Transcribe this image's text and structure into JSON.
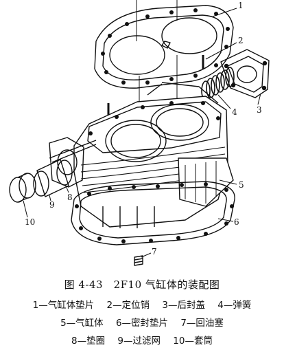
{
  "figure": {
    "caption": "图 4-43　2F10 气缸体的装配图",
    "callouts": [
      "1",
      "2",
      "3",
      "4",
      "5",
      "6",
      "7",
      "8",
      "9",
      "10"
    ]
  },
  "legend": {
    "line1": [
      "1—气缸体垫片",
      "2—定位销",
      "3—后封盖",
      "4—弹簧"
    ],
    "line2": [
      "5—气缸体",
      "6—密封垫片",
      "7—回油塞"
    ],
    "line3": [
      "8—垫圈",
      "9—过滤网",
      "10—套筒"
    ]
  }
}
